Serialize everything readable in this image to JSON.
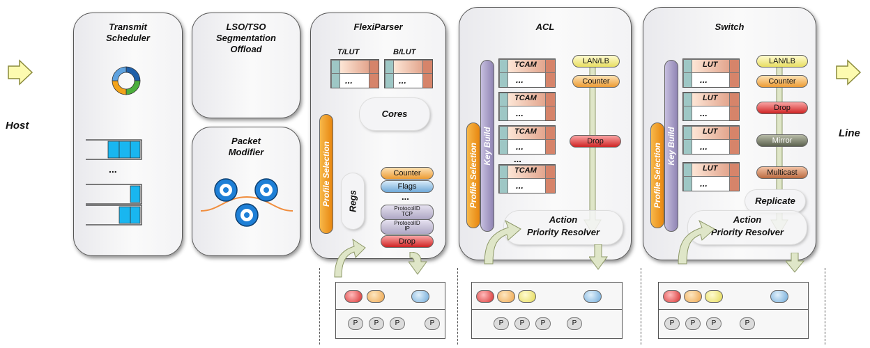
{
  "labels": {
    "host": "Host",
    "line": "Line"
  },
  "stages": {
    "scheduler": "Transmit\nScheduler",
    "lso": "LSO/TSO\nSegmentation\nOffload",
    "modifier": "Packet\nModifier",
    "flexiparser": "FlexiParser",
    "acl": "ACL",
    "switch": "Switch"
  },
  "flexiparser": {
    "tlut": "T/LUT",
    "blut": "B/LUT",
    "cores": "Cores",
    "regs": "Regs",
    "profile_selection": "Profile Selection",
    "pills": {
      "counter": "Counter",
      "flags": "Flags",
      "dots": "...",
      "protocol_tcp": "ProtocolID\nTCP",
      "protocol_ip": "ProtocolID\nIP",
      "drop": "Drop"
    }
  },
  "acl": {
    "profile_selection": "Profile Selection",
    "key_build": "Key Build",
    "tcam": "TCAM",
    "dots": "...",
    "lan_lb": "LAN/LB",
    "counter": "Counter",
    "drop": "Drop",
    "resolver": "Action\nPriority Resolver"
  },
  "switch": {
    "profile_selection": "Profile Selection",
    "key_build": "Key Build",
    "lut": "LUT",
    "dots": "...",
    "lan_lb": "LAN/LB",
    "counter": "Counter",
    "drop": "Drop",
    "mirror": "Mirror",
    "multicast": "Multicast",
    "replicate": "Replicate",
    "resolver": "Action\nPriority Resolver"
  },
  "queue_dots": "...",
  "packet_label": "P",
  "colors": {
    "arrow_fill": "#fdfbb0",
    "queue_blue": "#19b6f0",
    "cycle_blue": "#1f5fa8",
    "cycle_green": "#4caf3c",
    "cycle_orange": "#f2a31b",
    "disc_blue": "#1e7fd6",
    "curve_orange": "#f08d3d",
    "profile_orange": "#f5a623",
    "key_purple": "#a89ec4"
  }
}
